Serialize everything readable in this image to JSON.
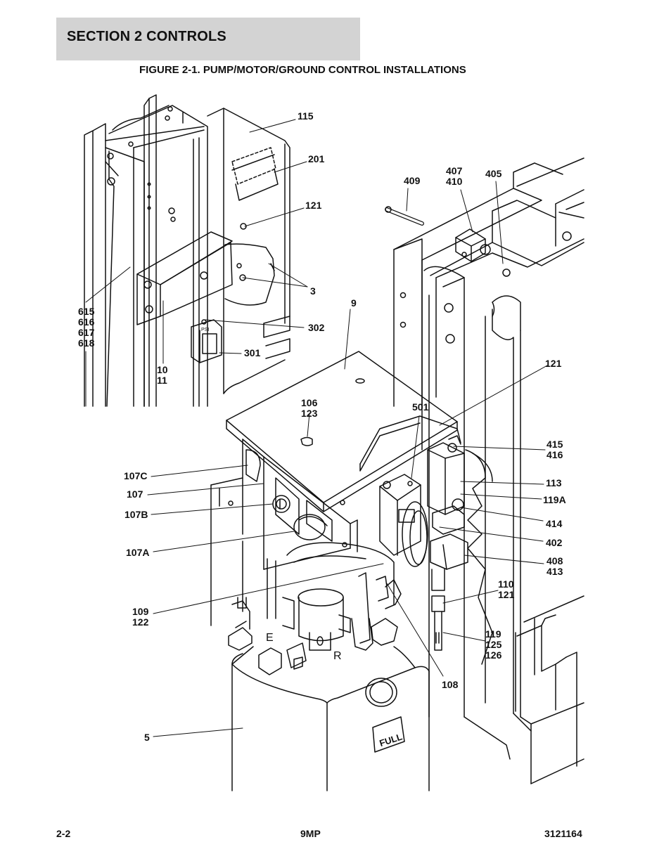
{
  "header": {
    "section": "SECTION 2   CONTROLS",
    "figure_title": "FIGURE 2-1. PUMP/MOTOR/GROUND CONTROL INSTALLATIONS"
  },
  "callouts": {
    "c115": "115",
    "c201": "201",
    "c121a": "121",
    "c409": "409",
    "c407": "407\n410",
    "c405": "405",
    "c3": "3",
    "c9": "9",
    "c615": "615\n616\n617\n618",
    "c302": "302",
    "c301": "301",
    "c10": "10\n11",
    "c121b": "121",
    "c106": "106\n123",
    "c501": "501",
    "c415": "415\n416",
    "c107c": "107C",
    "c107": "107",
    "c113": "113",
    "c119a": "119A",
    "c107b": "107B",
    "c414": "414",
    "c402": "402",
    "c107a": "107A",
    "c408": "408\n413",
    "c110": "110\n121",
    "c109": "109\n122",
    "c119": "119\n125\n126",
    "c108": "108",
    "c5": "5"
  },
  "tank_marking": "FULL",
  "valve_marks": {
    "e": "E",
    "r": "R"
  },
  "gauge_marking": "PSI",
  "footer": {
    "page": "2-2",
    "model": "9MP",
    "doc_number": "3121164"
  }
}
